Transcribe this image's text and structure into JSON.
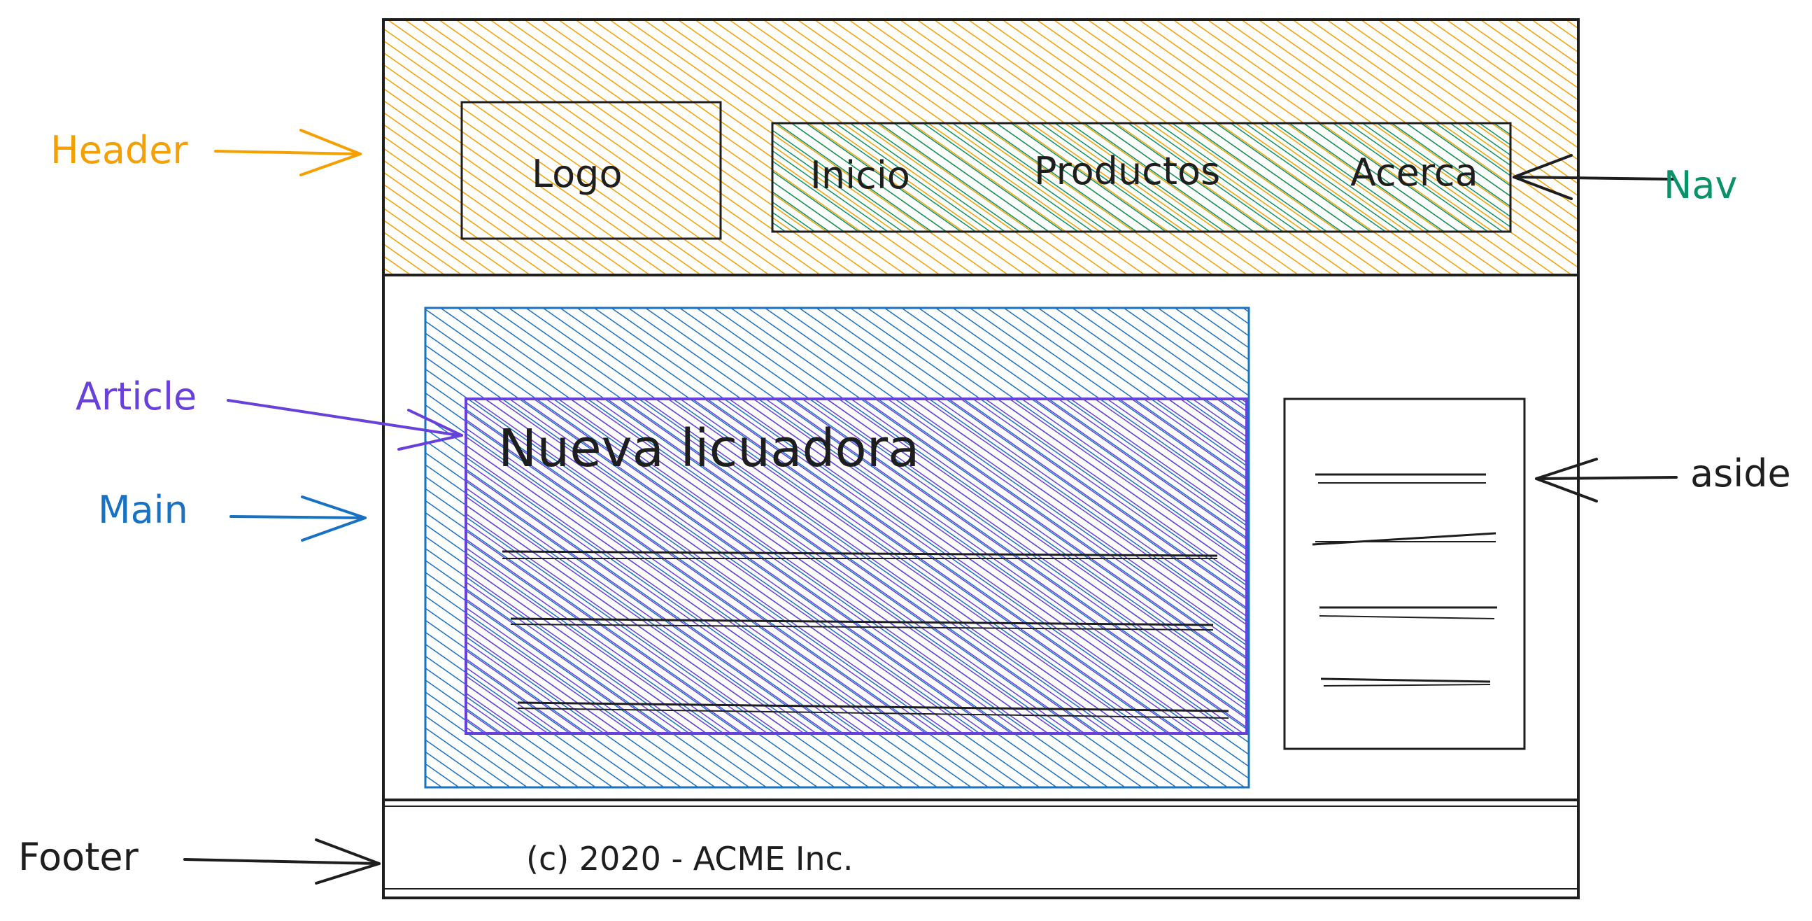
{
  "colors": {
    "header": "#f59f00",
    "nav": "#099268",
    "main": "#1971c2",
    "article": "#6741d9",
    "ink": "#1e1e1e"
  },
  "labels": {
    "header": "Header",
    "nav": "Nav",
    "article": "Article",
    "main": "Main",
    "aside": "aside",
    "footer": "Footer"
  },
  "header": {
    "logo": "Logo",
    "nav_items": [
      "Inicio",
      "Productos",
      "Acerca"
    ]
  },
  "article": {
    "title": "Nueva licuadora"
  },
  "footer": {
    "text": "(c) 2020 - ACME Inc."
  }
}
